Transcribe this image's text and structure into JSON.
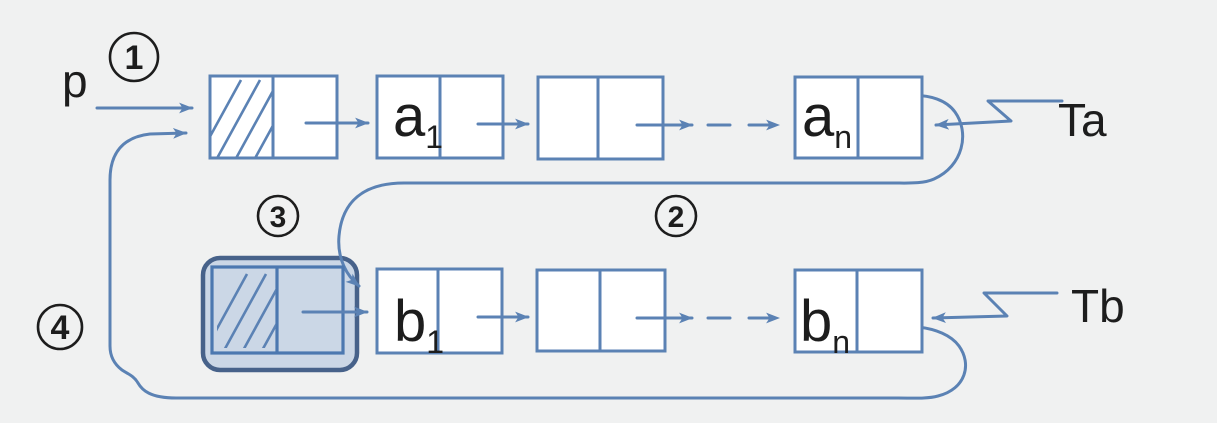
{
  "diagram": {
    "type": "linked-list-diagram",
    "description": "Two head-node singly linked lists (circular, with tail pointers Ta and Tb) being concatenated through pointer p in four numbered steps",
    "colors": {
      "background": "#f0f1f1",
      "line": "#5b82b4",
      "box_fill": "#ffffff",
      "highlight_fill": "#c8d5e5",
      "highlight_border": "#47628a",
      "text": "#1d1d1d"
    },
    "pointer_label": "p",
    "steps": {
      "s1": "1",
      "s2": "2",
      "s3": "3",
      "s4": "4"
    },
    "list_a": {
      "node1_main": "a",
      "node1_sub": "1",
      "noden_main": "a",
      "noden_sub": "n",
      "tail_pointer": "Ta"
    },
    "list_b": {
      "node1_main": "b",
      "node1_sub": "1",
      "noden_main": "b",
      "noden_sub": "n",
      "tail_pointer": "Tb"
    }
  }
}
